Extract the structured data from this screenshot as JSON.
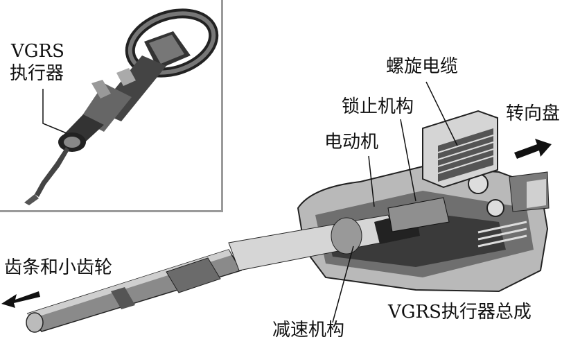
{
  "inset": {
    "label_line1": "VGRS",
    "label_line2": "执行器"
  },
  "labels": {
    "spiral_cable": "螺旋电缆",
    "lock_mechanism": "锁止机构",
    "motor": "电动机",
    "steering_wheel": "转向盘",
    "rack_pinion": "齿条和小齿轮",
    "reduction_mechanism": "减速机构",
    "assembly": "VGRS执行器总成"
  }
}
